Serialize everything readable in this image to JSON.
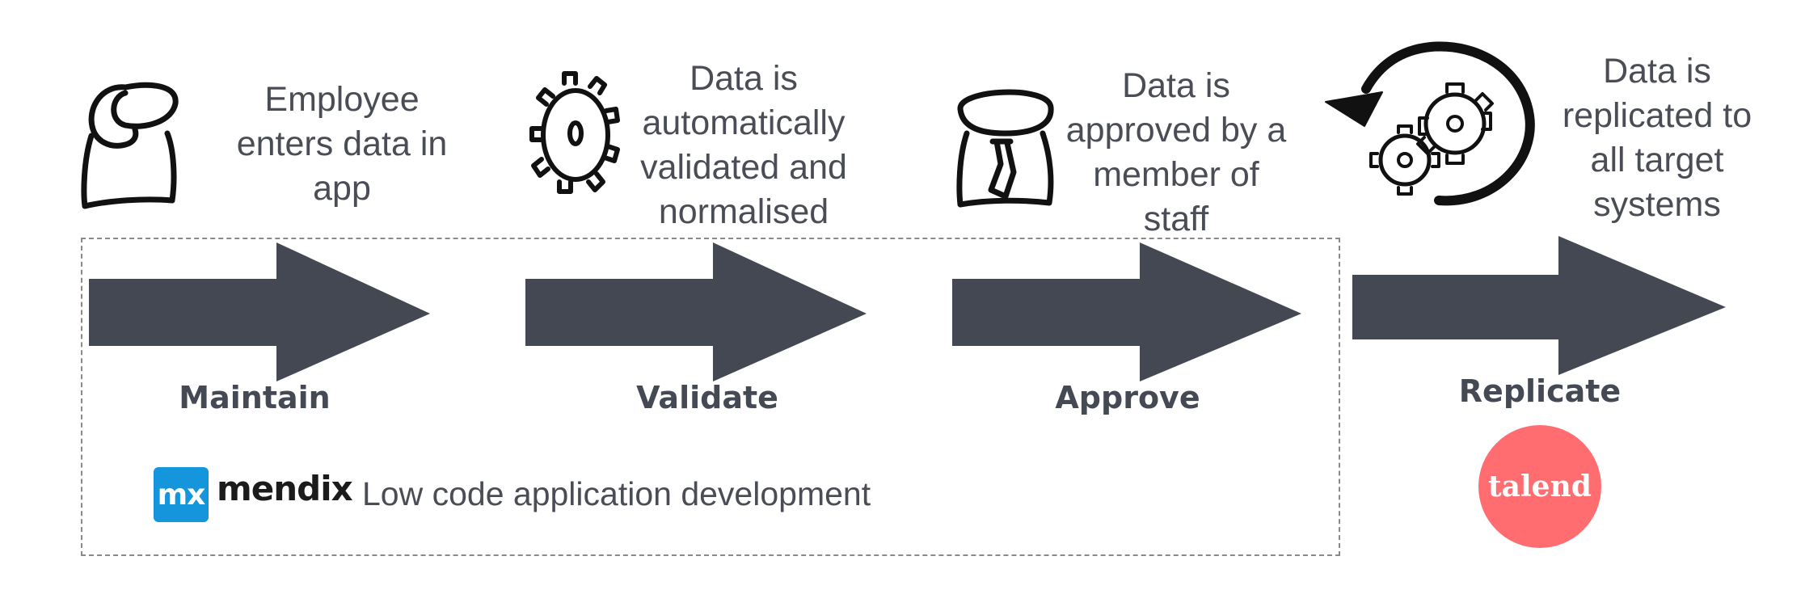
{
  "steps": [
    {
      "label": "Maintain",
      "description": [
        "Employee",
        "enters data in",
        "app"
      ],
      "icon": "person-icon"
    },
    {
      "label": "Validate",
      "description": [
        "Data is",
        "automatically",
        "validated and",
        "normalised"
      ],
      "icon": "gear-icon"
    },
    {
      "label": "Approve",
      "description": [
        "Data is",
        "approved by a",
        "member of",
        "staff"
      ],
      "icon": "manager-icon"
    },
    {
      "label": "Replicate",
      "description": [
        "Data is",
        "replicated to",
        "all target",
        "systems"
      ],
      "icon": "sync-gears-icon"
    }
  ],
  "mendix": {
    "badge": "mx",
    "name": "mendix",
    "tagline": "Low code application development"
  },
  "talend": {
    "name": "talend"
  },
  "colors": {
    "arrow": "#434852",
    "mendix_blue": "#1596dc",
    "talend_red": "#ff6d70",
    "text": "#4a4d55"
  }
}
